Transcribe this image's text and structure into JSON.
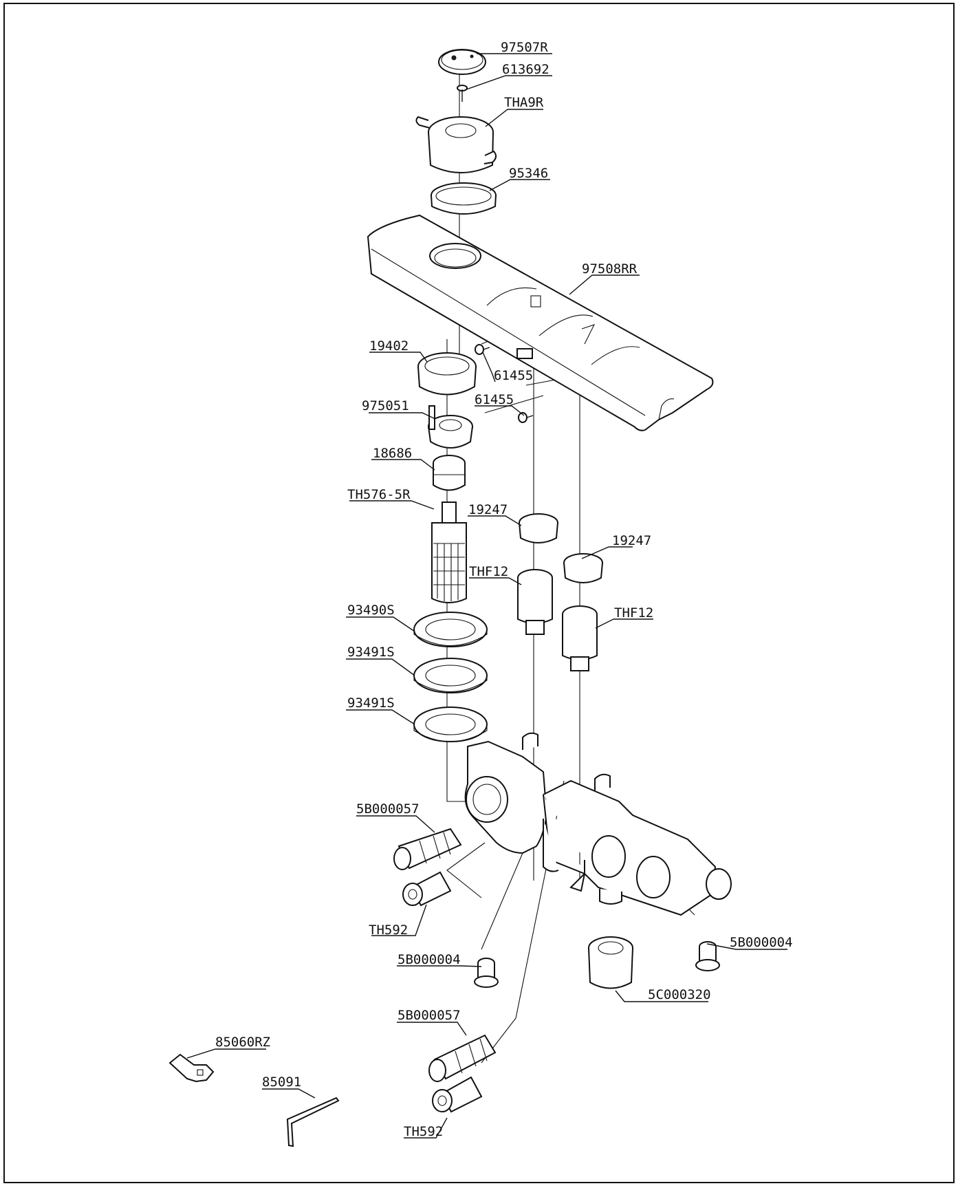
{
  "diagram": {
    "parts": [
      {
        "id": "97507R",
        "label": "97507R"
      },
      {
        "id": "613692",
        "label": "613692"
      },
      {
        "id": "THA9R",
        "label": "THA9R"
      },
      {
        "id": "95346",
        "label": "95346"
      },
      {
        "id": "97508RR",
        "label": "97508RR"
      },
      {
        "id": "19402",
        "label": "19402"
      },
      {
        "id": "61455a",
        "label": "61455"
      },
      {
        "id": "975051",
        "label": "975051"
      },
      {
        "id": "61455b",
        "label": "61455"
      },
      {
        "id": "18686",
        "label": "18686"
      },
      {
        "id": "TH576-5R",
        "label": "TH576-5R"
      },
      {
        "id": "19247a",
        "label": "19247"
      },
      {
        "id": "19247b",
        "label": "19247"
      },
      {
        "id": "THF12a",
        "label": "THF12"
      },
      {
        "id": "THF12b",
        "label": "THF12"
      },
      {
        "id": "93490S",
        "label": "93490S"
      },
      {
        "id": "93491Sa",
        "label": "93491S"
      },
      {
        "id": "93491Sb",
        "label": "93491S"
      },
      {
        "id": "5B000057a",
        "label": "5B000057"
      },
      {
        "id": "TH592a",
        "label": "TH592"
      },
      {
        "id": "5B000004a",
        "label": "5B000004"
      },
      {
        "id": "5B000004b",
        "label": "5B000004"
      },
      {
        "id": "5C000320",
        "label": "5C000320"
      },
      {
        "id": "5B000057b",
        "label": "5B000057"
      },
      {
        "id": "85060RZ",
        "label": "85060RZ"
      },
      {
        "id": "85091",
        "label": "85091"
      },
      {
        "id": "TH592b",
        "label": "TH592"
      }
    ]
  }
}
